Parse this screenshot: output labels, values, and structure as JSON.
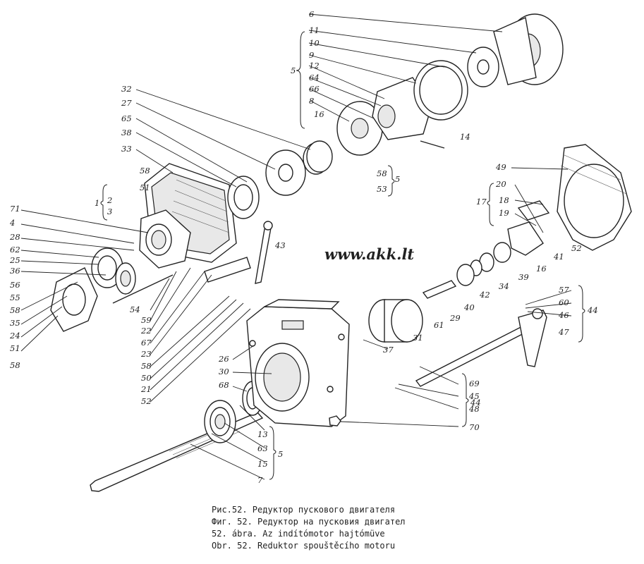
{
  "watermark": "www.akk.lt",
  "caption": {
    "ru": "Рис.52. Редуктор пускового двигателя",
    "bg": "Фиг. 52. Редуктор на пусковия двигател",
    "hu": "52. ábra. Az indítómotor hajtómüve",
    "cs": "Obr. 52. Reduktor spouštěcího motoru"
  },
  "part_labels": [
    "6",
    "11",
    "10",
    "9",
    "12",
    "64",
    "66",
    "8",
    "16",
    "5",
    "14",
    "32",
    "27",
    "65",
    "38",
    "33",
    "58",
    "51",
    "1",
    "2",
    "3",
    "58",
    "53",
    "5",
    "49",
    "20",
    "17",
    "18",
    "19",
    "71",
    "4",
    "28",
    "62",
    "25",
    "36",
    "56",
    "55",
    "58",
    "35",
    "24",
    "51",
    "58",
    "43",
    "52",
    "41",
    "16",
    "39",
    "34",
    "42",
    "40",
    "29",
    "61",
    "31",
    "37",
    "57",
    "60",
    "46",
    "44",
    "47",
    "54",
    "59",
    "22",
    "67",
    "23",
    "58",
    "50",
    "21",
    "52",
    "26",
    "30",
    "68",
    "69",
    "45",
    "48",
    "44",
    "70",
    "13",
    "63",
    "5",
    "15",
    "7"
  ]
}
